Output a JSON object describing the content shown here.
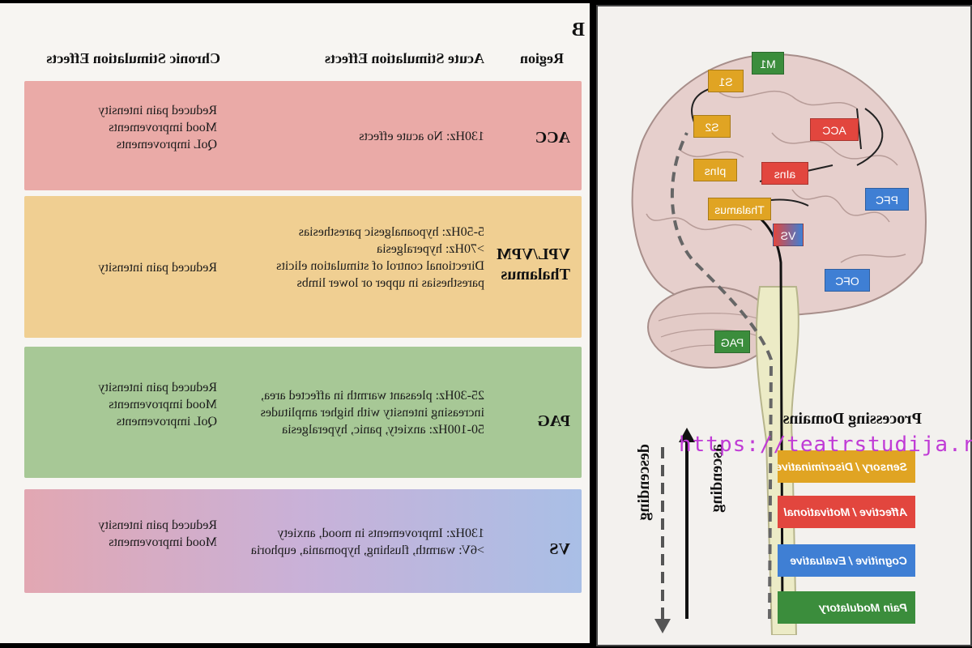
{
  "panel_label": "B",
  "columns": {
    "region": "Region",
    "acute": "Acute Stimulation Effects",
    "chronic": "Chronic Stimulation Effects"
  },
  "rows": [
    {
      "region": [
        "ACC"
      ],
      "acute": [
        "130Hz: No acute effects"
      ],
      "chronic": [
        "Reduced pain intensity",
        "Mood improvements",
        "QoL improvements"
      ]
    },
    {
      "region": [
        "VPL/VPM",
        "Thalamus"
      ],
      "acute": [
        "5-50Hz: hypoanalgesic paresthesias",
        ">70Hz: hyperalgesia",
        "Directional control of stimulation elicits",
        "paresthesias in upper or lower limbs"
      ],
      "chronic": [
        "Reduced pain intensity"
      ]
    },
    {
      "region": [
        "PAG"
      ],
      "acute": [
        "25-30Hz: pleasant warmth in affected area,",
        "increasing intensity with higher amplitudes",
        "50-100Hz: anxiety, panic, hyperalgesia"
      ],
      "chronic": [
        "Reduced pain intensity",
        "Mood improvements",
        "QoL improvements"
      ]
    },
    {
      "region": [
        "VS"
      ],
      "acute": [
        "130Hz: Improvements in mood, anxiety",
        ">6V: warmth, flushing, hypomania, euphoria"
      ],
      "chronic": [
        "Reduced pain intensity",
        "Mood improvements"
      ]
    }
  ],
  "brain_nodes": {
    "m1": "M1",
    "s1": "S1",
    "s2": "S2",
    "pins": "pIns",
    "acc": "ACC",
    "ains": "aIns",
    "thalamus": "Thalamus",
    "vs": "VS",
    "pfc": "PFC",
    "ofc": "OFC",
    "pag": "PAG"
  },
  "legend": {
    "title": "Processing Domains",
    "items": [
      "Sensory / Discriminative",
      "Affective / Motivational",
      "Cognitive / Evaluative",
      "Pain Modulatory"
    ]
  },
  "arrows": {
    "ascending": "ascending",
    "descending": "descending"
  },
  "colors": {
    "sensory": "#e0a423",
    "affective": "#e2463e",
    "cognitive": "#3f7fd4",
    "modulatory": "#3b8d3c"
  },
  "watermark": "https://teatrstudija.ru/"
}
